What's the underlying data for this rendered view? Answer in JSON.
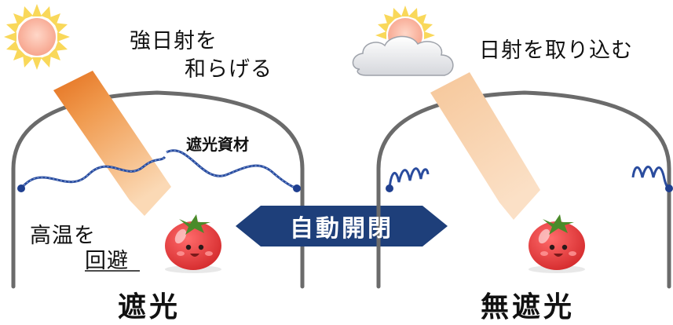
{
  "left_panel": {
    "sun_label_line1": "強日射を",
    "sun_label_line2": "和らげる",
    "material_label": "遮光資材",
    "heat_label_line1": "高温を",
    "heat_label_line2": "回避",
    "title": "遮光"
  },
  "right_panel": {
    "sun_label": "日射を取り込む",
    "title": "無遮光"
  },
  "center": {
    "badge_label": "自動開閉"
  },
  "colors": {
    "house_outline": "#6b6b6b",
    "beam_strong": "#e8792b",
    "beam_soft": "#f8cfa3",
    "shade_wire": "#1f3f8f",
    "badge": "#1e3f7a",
    "tomato": "#e5393b"
  },
  "icons": [
    "sun-icon",
    "cloud-icon",
    "tomato-icon",
    "shade-net-icon",
    "double-arrow-badge"
  ]
}
